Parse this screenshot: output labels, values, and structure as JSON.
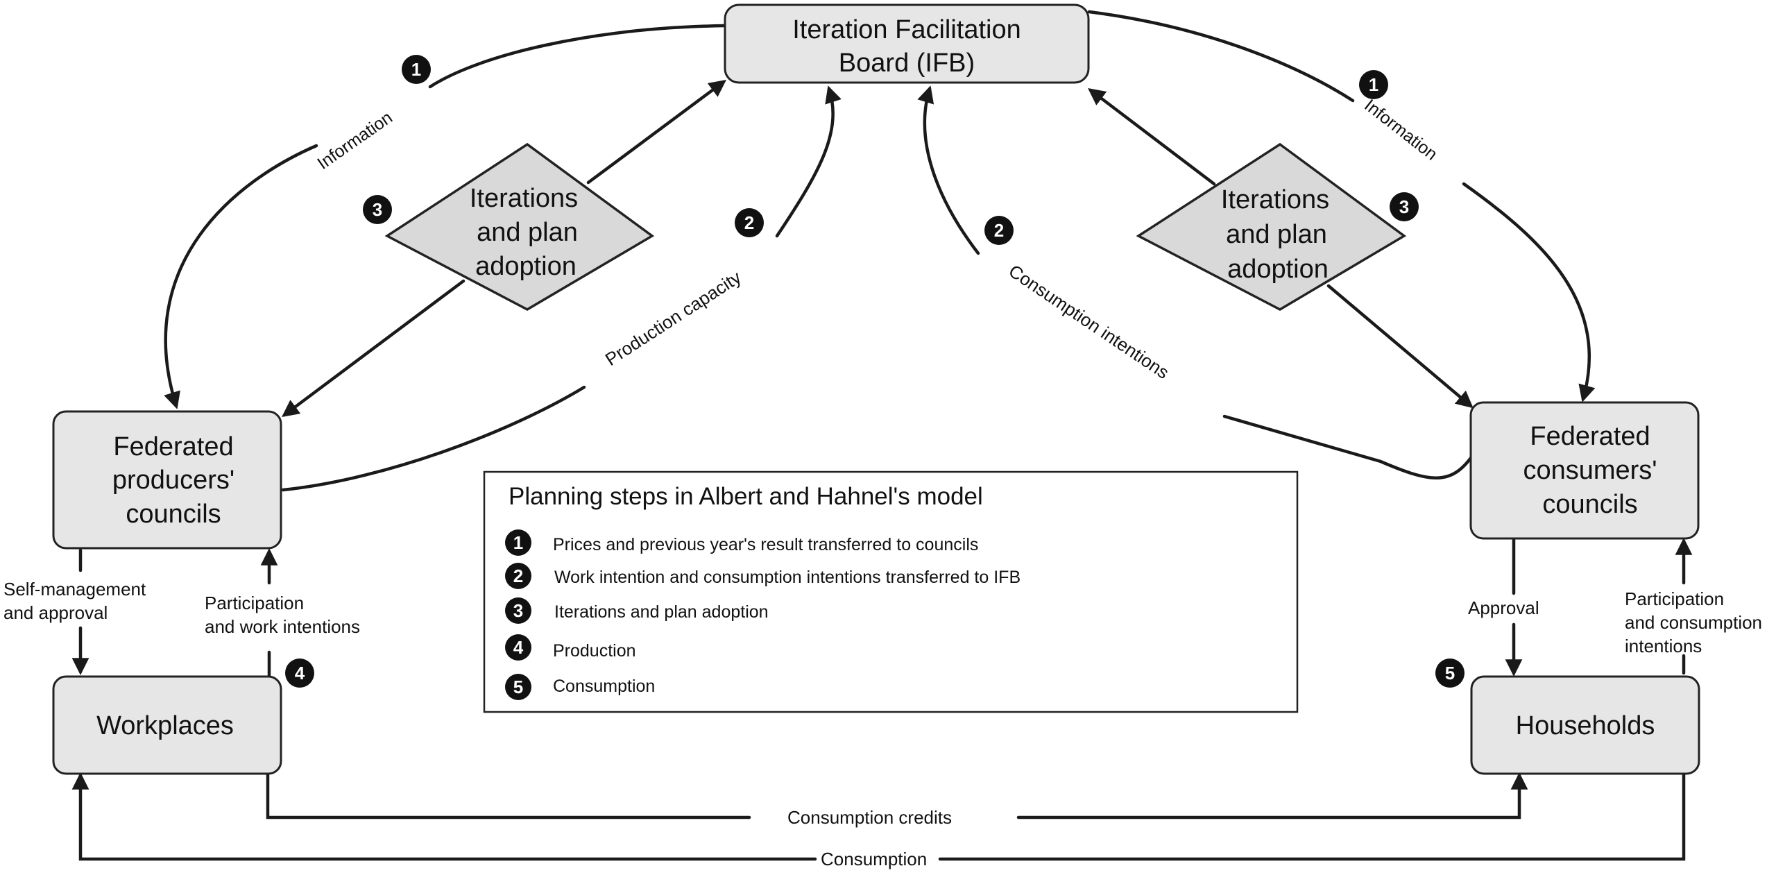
{
  "nodes": {
    "ifb": [
      "Iteration Facilitation",
      "Board (IFB)"
    ],
    "producers": [
      "Federated",
      "producers'",
      "councils"
    ],
    "consumers": [
      "Federated",
      "consumers'",
      "councils"
    ],
    "workplaces": "Workplaces",
    "households": "Households",
    "iter_left": [
      "Iterations",
      "and plan",
      "adoption"
    ],
    "iter_right": [
      "Iterations",
      "and plan",
      "adoption"
    ]
  },
  "edge_labels": {
    "info_left": "Information",
    "info_right": "Information",
    "production_capacity": "Production capacity",
    "consumption_intentions": "Consumption intentions",
    "self_mgmt": [
      "Self-management",
      "and approval"
    ],
    "participation_work": [
      "Participation",
      "and work intentions"
    ],
    "approval": "Approval",
    "participation_consumption": [
      "Participation",
      "and consumption",
      "intentions"
    ],
    "consumption_credits": "Consumption credits",
    "consumption": "Consumption"
  },
  "badges": {
    "info_left": "1",
    "info_right": "1",
    "iter_left": "3",
    "iter_right": "3",
    "cap": "2",
    "cons": "2",
    "workplaces": "4",
    "households": "5"
  },
  "legend": {
    "title": "Planning steps in Albert and Hahnel's model",
    "items": [
      {
        "num": "1",
        "text": "Prices and previous year's result transferred to councils"
      },
      {
        "num": "2",
        "text": "Work intention and consumption intentions transferred to IFB"
      },
      {
        "num": "3",
        "text": "Iterations and plan adoption"
      },
      {
        "num": "4",
        "text": "Production"
      },
      {
        "num": "5",
        "text": "Consumption"
      }
    ]
  }
}
